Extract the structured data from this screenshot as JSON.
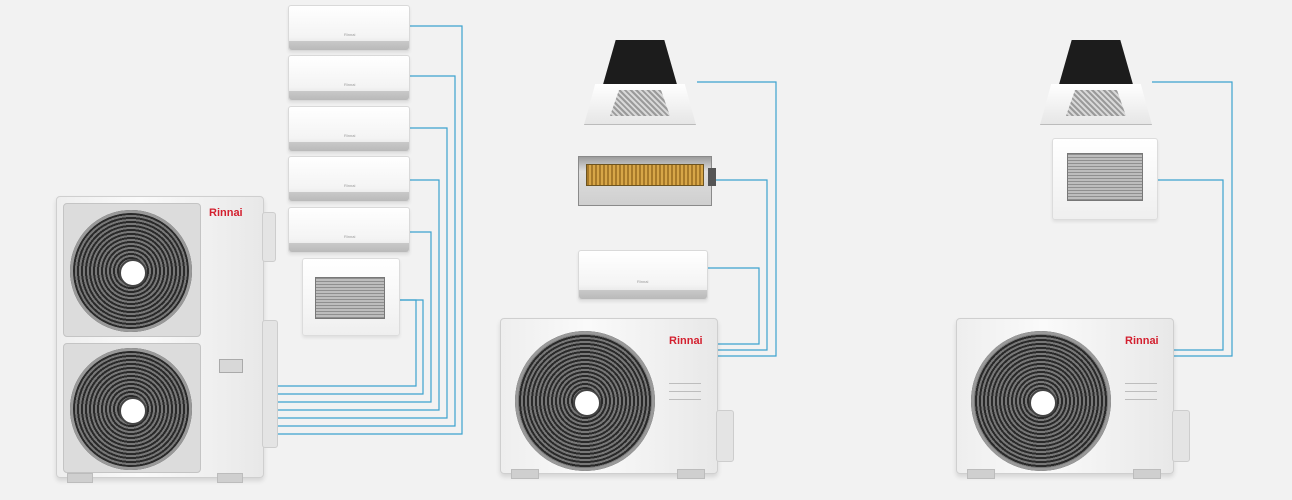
{
  "brand": "Rinnai",
  "colors": {
    "pipe": "#3da3cf",
    "brand_red": "#d3202f",
    "background": "#f2f2f2"
  },
  "icons": [
    "outdoor-unit",
    "wall-mounted-split",
    "floor-console",
    "cassette",
    "ducted-unit"
  ],
  "systems": [
    {
      "outdoor_brand": "Rinnai",
      "indoor_count": 6
    },
    {
      "outdoor_brand": "Rinnai",
      "indoor_count": 3
    },
    {
      "outdoor_brand": "Rinnai",
      "indoor_count": 2
    }
  ]
}
